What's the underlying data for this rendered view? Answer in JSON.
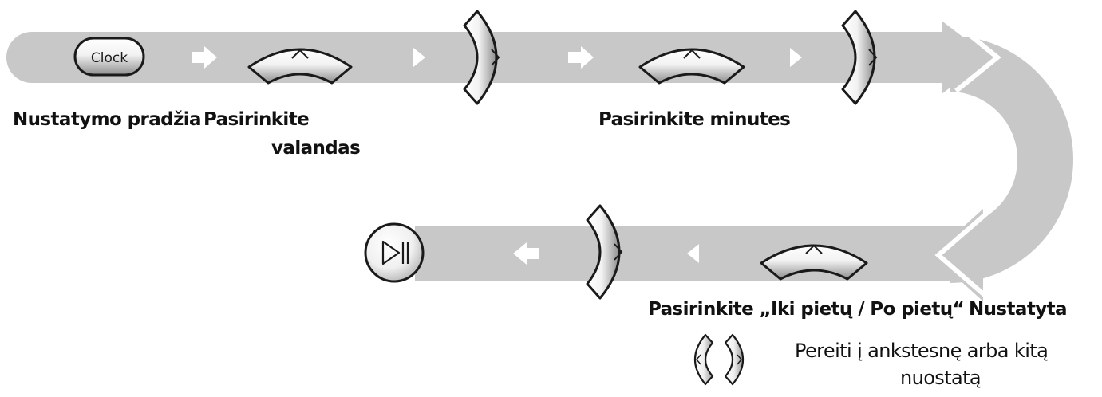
{
  "buttons": {
    "clock": "Clock"
  },
  "labels": {
    "start": "Nustatymo pradžia",
    "hours_line1": "Pasirinkite",
    "hours_line2": "valandas",
    "minutes": "Pasirinkite minutes",
    "ampm": "Pasirinkite „Iki pietų / Po pietų“",
    "set": "Nustatyta",
    "nav_line1": "Pereiti į ankstesnę arba kitą",
    "nav_line2": "nuostatą"
  },
  "colors": {
    "band": "#c8c8c8",
    "band_arrow": "#ffffff",
    "button_fill_light": "#ffffff",
    "button_fill_dark": "#9a9a9a",
    "outline": "#1a1a1a",
    "text": "#111111"
  },
  "icons": [
    "clock-button",
    "up-arrow-button",
    "right-arrow-button",
    "play-pause-button",
    "left-arrow-button"
  ]
}
